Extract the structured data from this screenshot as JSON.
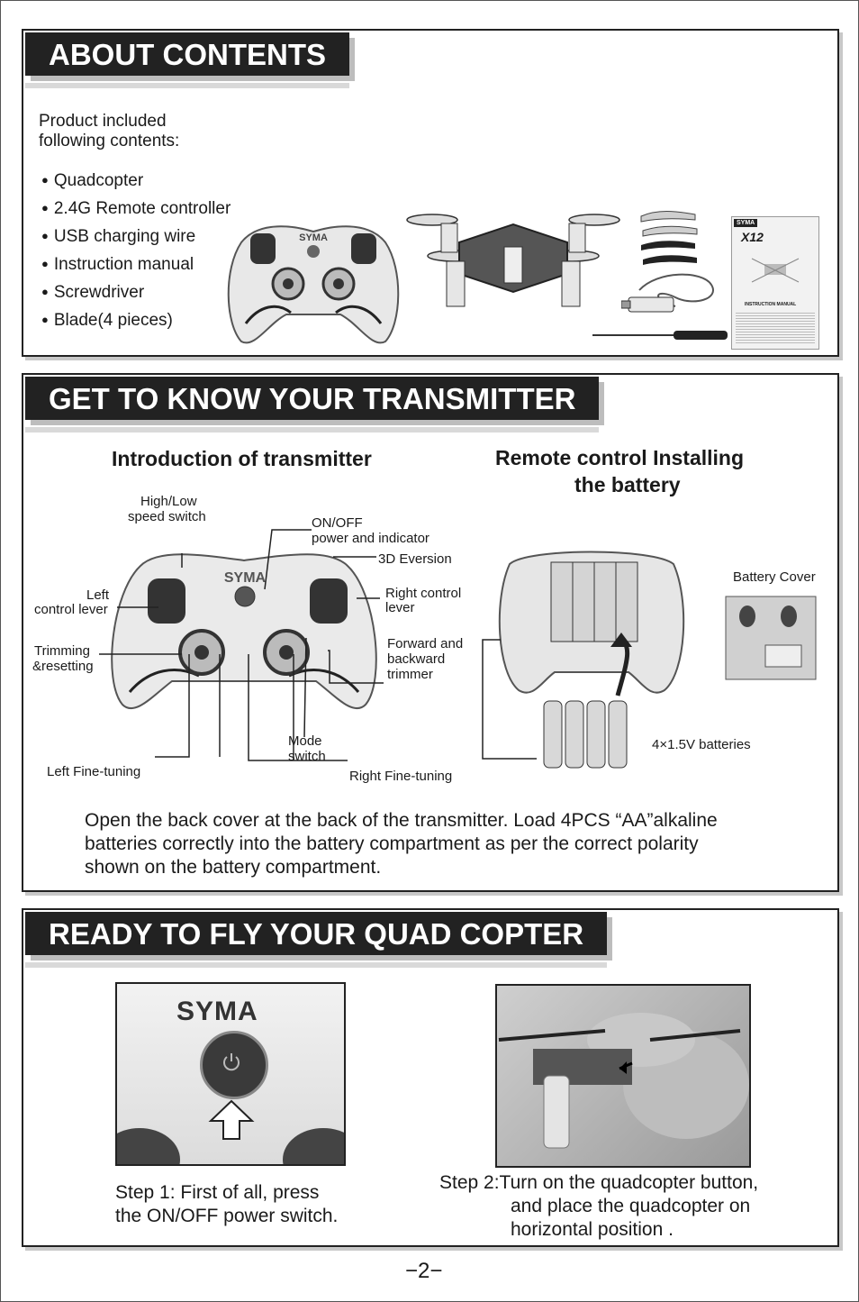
{
  "about": {
    "title": "ABOUT CONTENTS",
    "intro_line1": "Product included",
    "intro_line2": "following contents:",
    "items": [
      "Quadcopter",
      "2.4G Remote controller",
      "USB charging wire",
      "Instruction manual",
      "Screwdriver",
      "Blade(4 pieces)"
    ],
    "controller_brand": "SYMA",
    "manual_brand": "SYMA",
    "manual_model": "X12",
    "manual_heading": "INSTRUCTION MANUAL"
  },
  "transmitter": {
    "title": "GET TO KNOW YOUR TRANSMITTER",
    "intro_heading": "Introduction of transmitter",
    "battery_heading_line1": "Remote control Installing",
    "battery_heading_line2": "the battery",
    "brand": "SYMA",
    "labels": {
      "high_low_1": "High/Low",
      "high_low_2": "speed switch",
      "on_off_1": "ON/OFF",
      "on_off_2": "power and indicator",
      "eversion": "3D Eversion",
      "left_lever_1": "Left",
      "left_lever_2": "control lever",
      "right_lever_1": "Right control",
      "right_lever_2": "lever",
      "trim_1": "Trimming",
      "trim_2": "&resetting",
      "fwd_1": "Forward and",
      "fwd_2": "backward",
      "fwd_3": "trimmer",
      "mode_1": "Mode",
      "mode_2": "switch",
      "left_fine": "Left Fine-tuning",
      "right_fine": "Right Fine-tuning",
      "battery_cover": "Battery Cover",
      "batteries": "4×1.5V batteries"
    },
    "instructions_line1": "Open the back cover at the back of the transmitter. Load 4PCS “AA”alkaline",
    "instructions_line2": "batteries correctly into the battery compartment as per the correct polarity",
    "instructions_line3": "shown on the battery compartment."
  },
  "ready": {
    "title": "READY TO FLY YOUR QUAD COPTER",
    "photo1_brand": "SYMA",
    "step1_line1": "Step 1: First of all, press",
    "step1_line2": "the ON/OFF power switch.",
    "step2_line1": "Step 2:Turn on  the quadcopter button,",
    "step2_line2": "and place the quadcopter on",
    "step2_line3": "horizontal position ."
  },
  "page_number": "−2−"
}
